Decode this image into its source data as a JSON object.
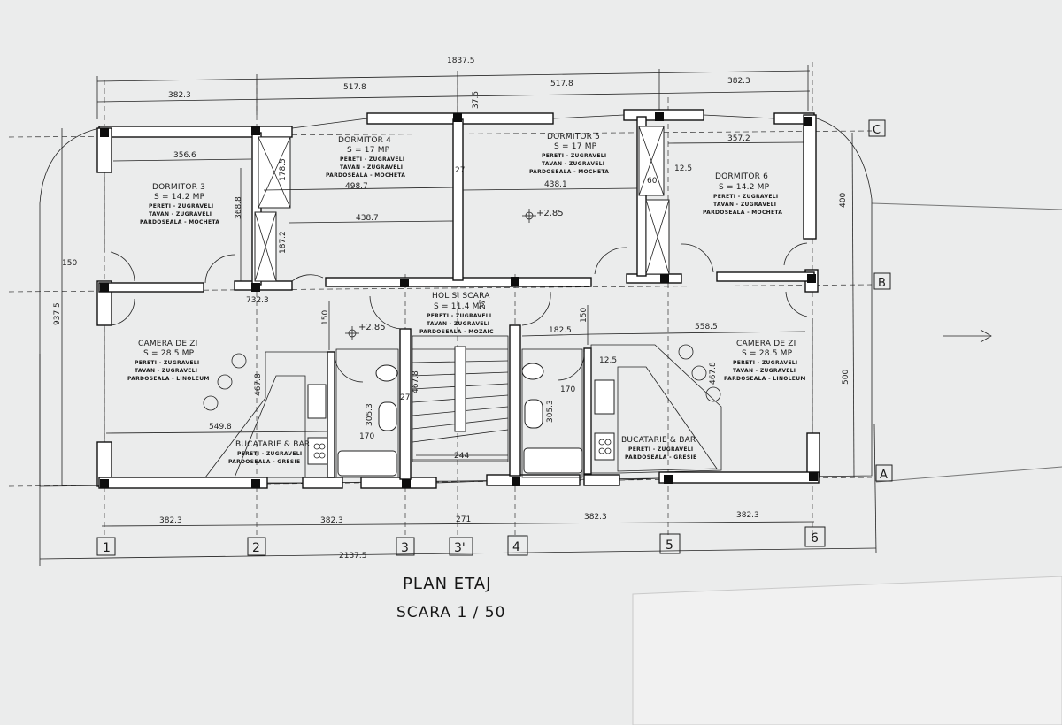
{
  "title": "PLAN ETAJ",
  "scale": "SCARA 1 / 50",
  "overall_top": "1837.5",
  "overall_bottom": "2137.5",
  "top_dims": [
    "382.3",
    "517.8",
    "517.8",
    "382.3"
  ],
  "bottom_dims": [
    "382.3",
    "382.3",
    "271",
    "382.3",
    "382.3"
  ],
  "axes_vertical": [
    "1",
    "2",
    "3",
    "3'",
    "4",
    "5",
    "6"
  ],
  "axes_horizontal": [
    "C",
    "B",
    "A"
  ],
  "rooms": {
    "dormitor3": {
      "name": "DORMITOR 3",
      "area": "S = 14.2 MP",
      "lines": [
        "PERETI - ZUGRAVELI",
        "TAVAN - ZUGRAVELI",
        "PARDOSEALA - MOCHETA"
      ]
    },
    "dormitor4": {
      "name": "DORMITOR 4",
      "area": "S = 17 MP",
      "lines": [
        "PERETI - ZUGRAVELI",
        "TAVAN - ZUGRAVELI",
        "PARDOSEALA - MOCHETA"
      ]
    },
    "dormitor5": {
      "name": "DORMITOR 5",
      "area": "S = 17 MP",
      "lines": [
        "PERETI - ZUGRAVELI",
        "TAVAN - ZUGRAVELI",
        "PARDOSEALA - MOCHETA"
      ]
    },
    "dormitor6": {
      "name": "DORMITOR 6",
      "area": "S = 14.2 MP",
      "lines": [
        "PERETI - ZUGRAVELI",
        "TAVAN - ZUGRAVELI",
        "PARDOSEALA - MOCHETA"
      ]
    },
    "hol": {
      "name": "HOL SI SCARA",
      "area": "S = 11.4 MP",
      "lines": [
        "PERETI - ZUGRAVELI",
        "TAVAN - ZUGRAVELI",
        "PARDOSEALA - MOZAIC"
      ]
    },
    "camera_left": {
      "name": "CAMERA DE ZI",
      "area": "S = 28.5 MP",
      "lines": [
        "PERETI - ZUGRAVELI",
        "TAVAN - ZUGRAVELI",
        "PARDOSEALA - LINOLEUM"
      ]
    },
    "camera_right": {
      "name": "CAMERA DE ZI",
      "area": "S = 28.5 MP",
      "lines": [
        "PERETI - ZUGRAVELI",
        "TAVAN - ZUGRAVELI",
        "PARDOSEALA - LINOLEUM"
      ]
    },
    "bucatarie_left": {
      "name": "BUCATARIE & BAR",
      "lines": [
        "PERETI - ZUGRAVELI",
        "PARDOSEALA - GRESIE"
      ]
    },
    "bucatarie_right": {
      "name": "BUCATARIE & BAR",
      "lines": [
        "PERETI - ZUGRAVELI",
        "PARDOSEALA - GRESIE"
      ]
    }
  },
  "inner_dims": {
    "d3_width": "356.6",
    "d3_height": "368.8",
    "d4_width": "498.7",
    "d4_width2": "438.7",
    "d5_width": "438.1",
    "d6_width": "357.2",
    "closet_h1": "178.5",
    "closet_h2": "187.2",
    "wall_27a": "27",
    "wall_27b": "27",
    "wall_37": "37.5",
    "closet_60": "60",
    "dim_12_5a": "12.5",
    "dim_12_5b": "12.5",
    "b_732": "732.3",
    "h_150_left": "150",
    "h_150_hall": "150",
    "h_150_right": "150",
    "left_937": "937.5",
    "right_400": "400",
    "right_500": "500",
    "kitchen_549": "549.8",
    "kitchen_467_left": "467.8",
    "kitchen_467_right": "467.8",
    "hall_467": "467.8",
    "hall_27": "27",
    "bath_305_left": "305.3",
    "bath_305_right": "305.3",
    "bath_170_left": "170",
    "bath_170_right": "170",
    "stair_244": "244",
    "right_182": "182.5",
    "right_558": "558.5",
    "level_1": "+2.85",
    "level_2": "+2.85"
  }
}
